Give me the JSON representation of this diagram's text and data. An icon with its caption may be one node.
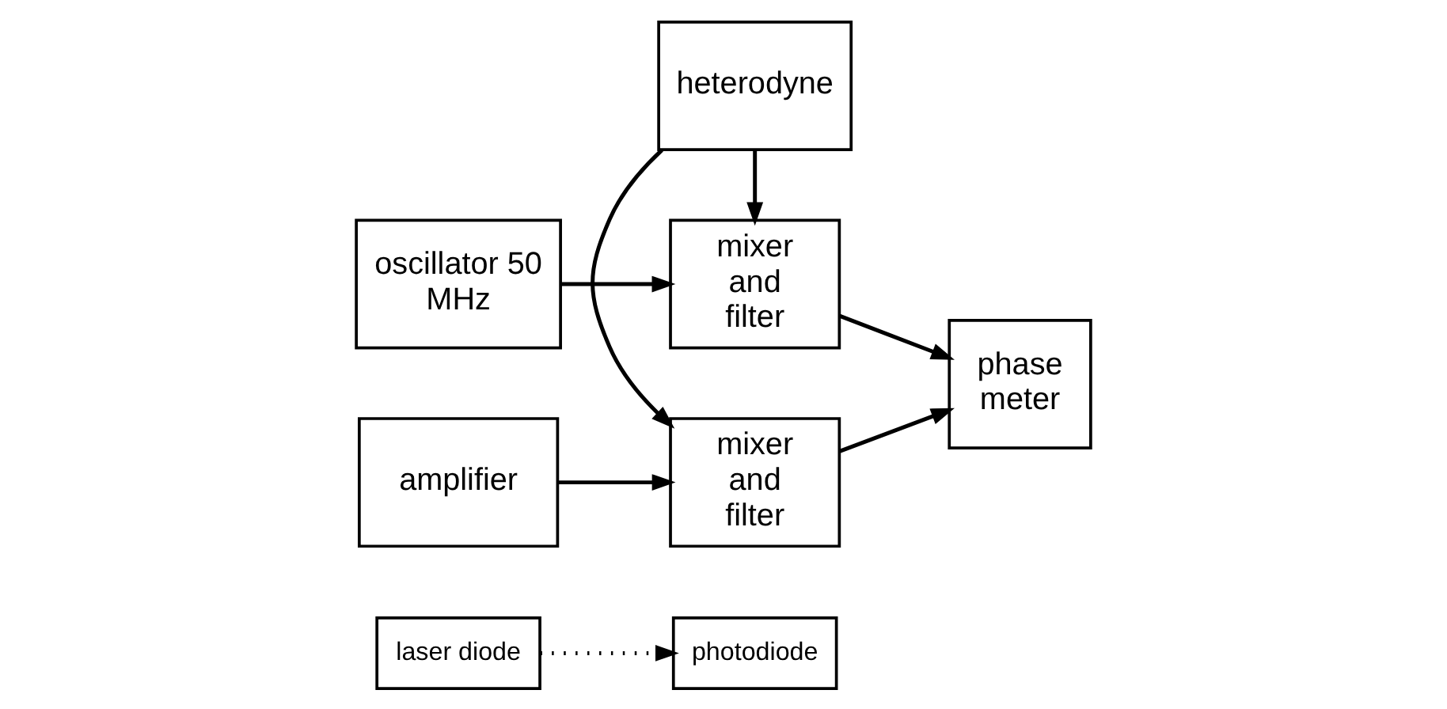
{
  "diagram": {
    "nodes": [
      {
        "text": [
          "laser diode"
        ]
      },
      {
        "text": [
          "oscillator 50 MHz"
        ]
      },
      {
        "text": [
          "photodiode"
        ]
      },
      {
        "text": [
          "amplifier"
        ]
      },
      {
        "text": [
          "mixer and filter"
        ]
      },
      {
        "text": [
          "heterodyne"
        ]
      },
      {
        "text": [
          "phase meter"
        ]
      },
      {
        "text": [
          "mixer and filter"
        ]
      }
    ],
    "edges": [
      {
        "from": 0,
        "to": 2,
        "arrow": "to",
        "style": "dashed"
      },
      {
        "from": 3,
        "to": 4,
        "arrow": "to"
      },
      {
        "from": 5,
        "to": 4,
        "arrow": "to"
      },
      {
        "from": 5,
        "to": 7,
        "arrow": "to"
      },
      {
        "from": 4,
        "to": 6,
        "arrow": "to"
      },
      {
        "from": 1,
        "to": 7,
        "arrow": "to"
      },
      {
        "from": 7,
        "to": 6,
        "arrow": "to"
      }
    ]
  }
}
